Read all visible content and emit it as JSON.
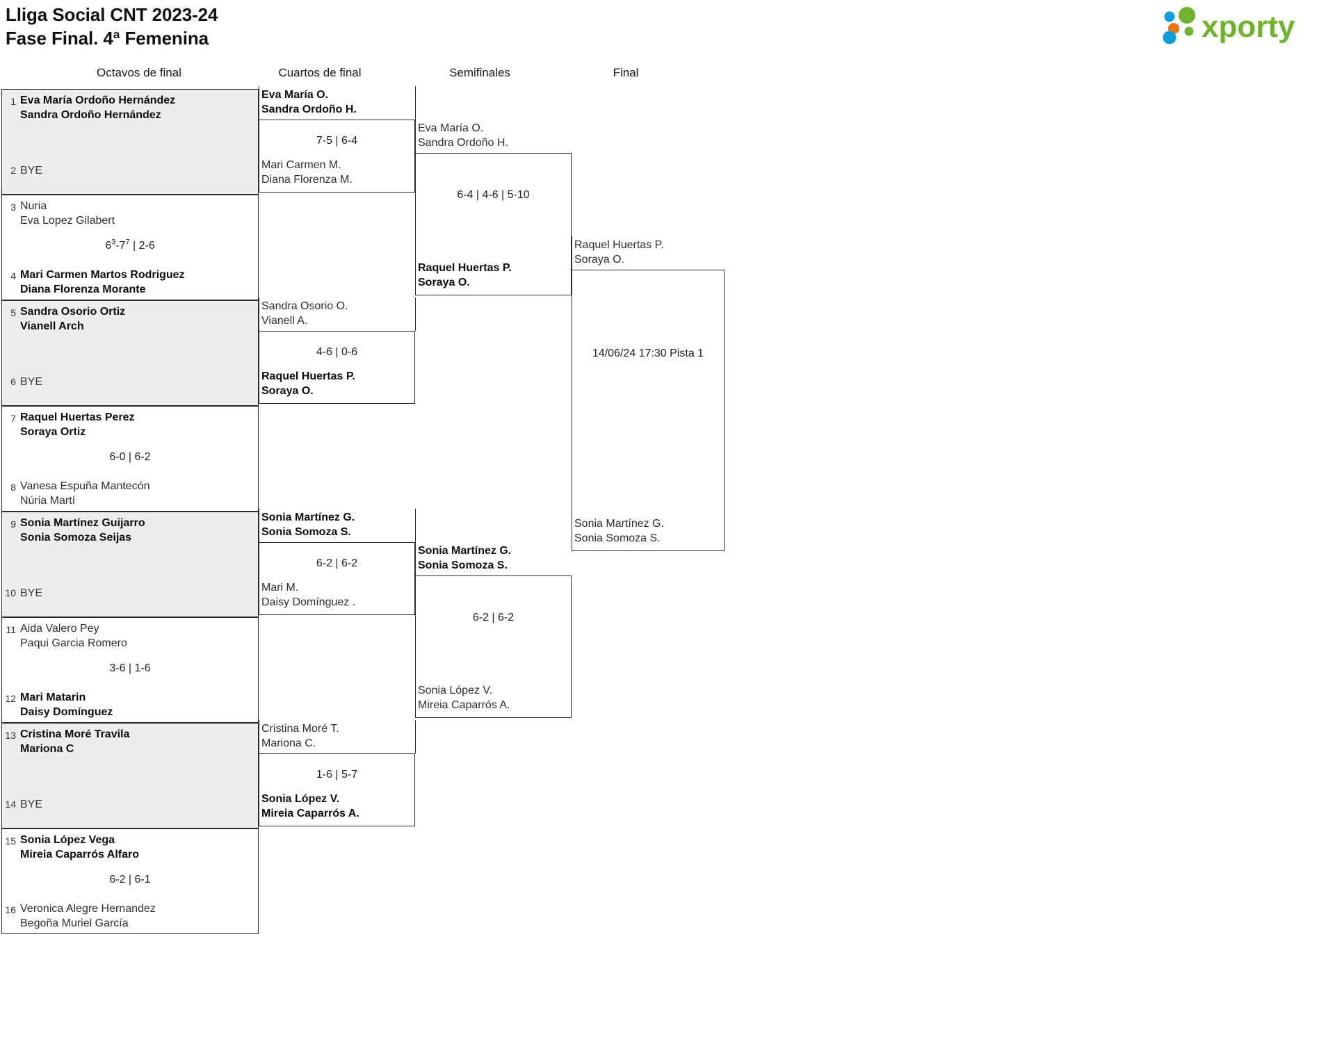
{
  "header": {
    "title": "Lliga Social CNT 2023-24\nFase Final. 4ª Femenina",
    "logo_name": "xporty",
    "logo_colors": {
      "green": "#6eb42c",
      "blue": "#0d9ddb",
      "orange": "#e8750d"
    }
  },
  "rounds": [
    {
      "id": "octavos",
      "label": "Octavos de final"
    },
    {
      "id": "cuartos",
      "label": "Cuartos de final"
    },
    {
      "id": "semis",
      "label": "Semifinales"
    },
    {
      "id": "final",
      "label": "Final"
    }
  ],
  "round1": {
    "matches": [
      {
        "top": {
          "seed": "1",
          "players": "Eva María Ordoño Hernández\nSandra Ordoño Hernández",
          "state": "win"
        },
        "bottom": {
          "seed": "2",
          "players": "BYE",
          "state": "bye"
        },
        "score": "",
        "shaded": true
      },
      {
        "top": {
          "seed": "3",
          "players": "Nuria\nEva Lopez Gilabert",
          "state": "lose"
        },
        "bottom": {
          "seed": "4",
          "players": "Mari Carmen Martos Rodriguez\nDiana Florenza Morante",
          "state": "win"
        },
        "score": "6|3|-7|7| | 2-6",
        "score_parts": [
          {
            "t": "6"
          },
          {
            "t": "3",
            "sup": true
          },
          {
            "t": "-7"
          },
          {
            "t": "7",
            "sup": true
          },
          {
            "t": " | 2-6"
          }
        ],
        "shaded": false
      },
      {
        "top": {
          "seed": "5",
          "players": "Sandra Osorio Ortiz\nVianell Arch",
          "state": "win"
        },
        "bottom": {
          "seed": "6",
          "players": "BYE",
          "state": "bye"
        },
        "score": "",
        "shaded": true
      },
      {
        "top": {
          "seed": "7",
          "players": "Raquel Huertas Perez\nSoraya Ortiz",
          "state": "win"
        },
        "bottom": {
          "seed": "8",
          "players": "Vanesa Espuña Mantecón\nNúria Martí",
          "state": "lose"
        },
        "score": "6-0 | 6-2",
        "shaded": false
      },
      {
        "top": {
          "seed": "9",
          "players": "Sonia Martínez Guijarro\nSonia Somoza Seijas",
          "state": "win"
        },
        "bottom": {
          "seed": "10",
          "players": "BYE",
          "state": "bye"
        },
        "score": "",
        "shaded": true
      },
      {
        "top": {
          "seed": "11",
          "players": "Aida Valero Pey\nPaqui Garcia Romero",
          "state": "lose"
        },
        "bottom": {
          "seed": "12",
          "players": "Mari Matarin\nDaisy Domínguez",
          "state": "win"
        },
        "score": "3-6 | 1-6",
        "shaded": false
      },
      {
        "top": {
          "seed": "13",
          "players": "Cristina Moré Travila\nMariona C",
          "state": "win"
        },
        "bottom": {
          "seed": "14",
          "players": "BYE",
          "state": "bye"
        },
        "score": "",
        "shaded": true
      },
      {
        "top": {
          "seed": "15",
          "players": "Sonia López Vega\nMireia Caparrós Alfaro",
          "state": "win"
        },
        "bottom": {
          "seed": "16",
          "players": "Veronica Alegre Hernandez\nBegoña Muriel García",
          "state": "lose"
        },
        "score": "6-2 | 6-1",
        "shaded": false
      }
    ]
  },
  "round2": {
    "matches": [
      {
        "top": {
          "players": "Eva María O.\nSandra Ordoño H.",
          "state": "win"
        },
        "bottom": {
          "players": "Mari Carmen M.\nDiana Florenza M.",
          "state": "lose"
        },
        "score": "7-5 | 6-4"
      },
      {
        "top": {
          "players": "Sandra Osorio O.\nVianell A.",
          "state": "lose"
        },
        "bottom": {
          "players": "Raquel Huertas P.\nSoraya O.",
          "state": "win"
        },
        "score": "4-6 | 0-6"
      },
      {
        "top": {
          "players": "Sonia Martínez G.\nSonia Somoza S.",
          "state": "win"
        },
        "bottom": {
          "players": "Mari M.\nDaisy Domínguez .",
          "state": "lose"
        },
        "score": "6-2 | 6-2"
      },
      {
        "top": {
          "players": "Cristina Moré T.\nMariona C.",
          "state": "lose"
        },
        "bottom": {
          "players": "Sonia López V.\nMireia Caparrós A.",
          "state": "win"
        },
        "score": "1-6 | 5-7"
      }
    ]
  },
  "round3": {
    "matches": [
      {
        "top": {
          "players": "Eva María O.\nSandra Ordoño H.",
          "state": "lose"
        },
        "bottom": {
          "players": "Raquel Huertas P.\nSoraya O.",
          "state": "win"
        },
        "score": "6-4 | 4-6 | 5-10"
      },
      {
        "top": {
          "players": "Sonia Martínez G.\nSonia Somoza S.",
          "state": "win"
        },
        "bottom": {
          "players": "Sonia López V.\nMireia Caparrós A.",
          "state": "lose"
        },
        "score": "6-2 | 6-2"
      }
    ]
  },
  "round4": {
    "matches": [
      {
        "top": {
          "players": "Raquel Huertas P.\nSoraya O.",
          "state": "lose"
        },
        "bottom": {
          "players": "Sonia Martínez G.\nSonia Somoza S.",
          "state": "lose"
        },
        "score": "14/06/24 17:30 Pista 1"
      }
    ]
  }
}
